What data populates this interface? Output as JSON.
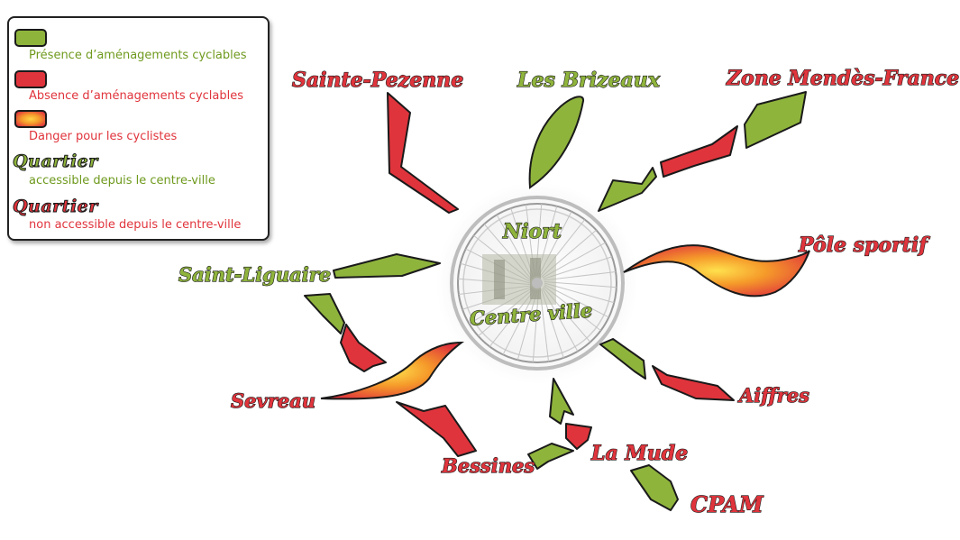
{
  "legend": {
    "items": [
      {
        "type": "green",
        "text": "Présence d’aménagements cyclables"
      },
      {
        "type": "red",
        "text": "Absence d’aménagements cyclables"
      },
      {
        "type": "danger",
        "text": "Danger pour les cyclistes"
      }
    ],
    "quartier_accessible": {
      "word": "Quartier",
      "text": "accessible depuis le centre-ville"
    },
    "quartier_non_accessible": {
      "word": "Quartier",
      "text": "non accessible depuis le centre-ville"
    }
  },
  "center": {
    "line1": "Niort",
    "line2": "Centre ville"
  },
  "districts": {
    "sainte_pezenne": "Sainte-Pezenne",
    "les_brizeaux": "Les Brizeaux",
    "zone_mendes_france": "Zone Mendès-France",
    "pole_sportif": "Pôle sportif",
    "saint_liguaire": "Saint-Liguaire",
    "sevreau": "Sevreau",
    "aiffres": "Aiffres",
    "la_mude": "La Mude",
    "bessines": "Bessines",
    "cpam": "CPAM"
  },
  "colors": {
    "green": "#8fb43c",
    "red": "#e0343c",
    "danger_inner": "#ffd447",
    "outline": "#1a1a1a"
  }
}
